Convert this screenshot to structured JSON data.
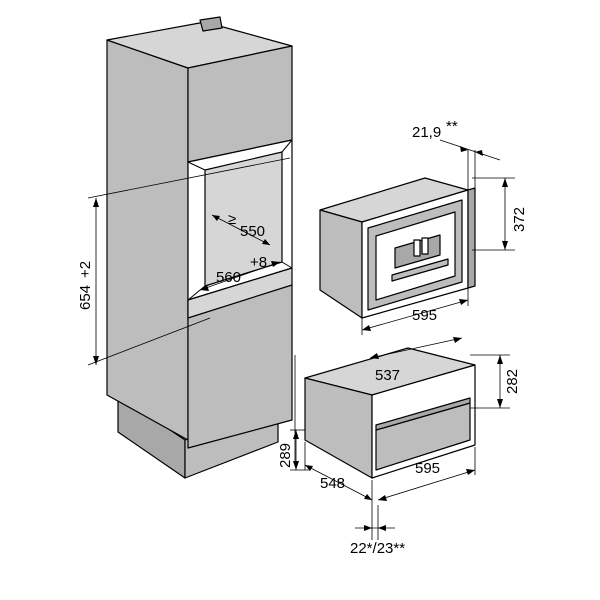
{
  "dimensions": {
    "niche_depth": "550",
    "niche_depth_symbol": "≥",
    "niche_width": "560",
    "niche_width_tol": "+8",
    "niche_height": "654",
    "niche_height_tol": "+2",
    "front_thickness": "21,9",
    "front_thickness_mark": "**",
    "machine_height": "372",
    "machine_width": "595",
    "drawer_inner_width": "537",
    "drawer_height": "282",
    "drawer_side_height": "289",
    "drawer_depth": "548",
    "drawer_width": "595",
    "drawer_front_gap": "22*/23**"
  },
  "colors": {
    "cabinet": "#bdbdbd",
    "cabinet_light": "#d6d6d6",
    "outline": "#000000"
  }
}
